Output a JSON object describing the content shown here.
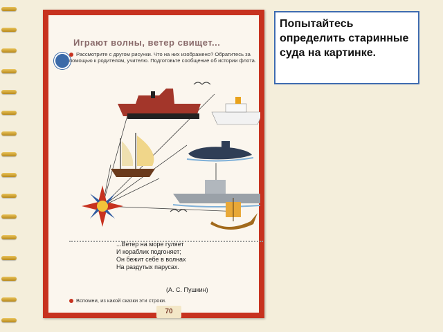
{
  "book_page": {
    "title": "Играют волны, ветер свищет...",
    "task_text": "Рассмотрите с другом рисунки. Что на них изображено? Обратитесь за помощью к родителям, учителю. Подготовьте сообщение об истории флота.",
    "poem_lines": [
      "...Ветер на море гуляет",
      "И кораблик подгоняет;",
      "Он бежит себе в волнах",
      "На раздутых парусах."
    ],
    "author": "(А. С. Пушкин)",
    "task2_text": "Вспомни, из какой сказки эти строки.",
    "page_number": "70"
  },
  "note": {
    "text": "Попытайтесь определить старинные суда на картинке."
  },
  "colors": {
    "page_border": "#c7321f",
    "note_border": "#3e6bb0",
    "background": "#f4eedb"
  }
}
